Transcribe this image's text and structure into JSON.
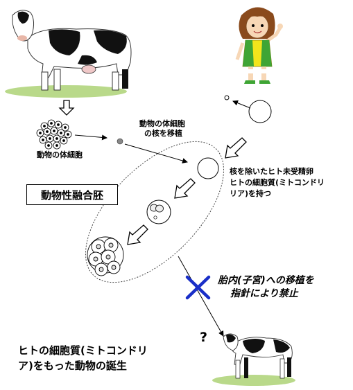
{
  "labels": {
    "somatic_cell": "動物の体細胞",
    "nucleus_transfer_line1": "動物の体細胞",
    "nucleus_transfer_line2": "の核を移植",
    "egg_line1": "核を除いたヒト未受精卵",
    "egg_line2": "ヒトの細胞質(ミトコンドリ",
    "egg_line3": "リア)を持つ",
    "embryo_box": "動物性融合胚",
    "ban_line1": "胎内(子宮)への移植を",
    "ban_line2": "指針により禁止",
    "question_mark": "?",
    "birth_line1": "ヒトの細胞質(ミトコンドリ",
    "birth_line2": "ア)をもった動物の誕生"
  },
  "colors": {
    "ban_cross": "#1a2fc8",
    "grass": "#b9d98a",
    "cow_white": "#ffffff",
    "cow_black": "#111111",
    "girl_hair": "#8a4a1c",
    "girl_shirt": "#f2e51c",
    "girl_vest": "#3fa535"
  },
  "icons": [
    "cow-illustration",
    "girl-illustration",
    "cell-cluster-icon",
    "blue-cross-icon",
    "calf-illustration"
  ]
}
